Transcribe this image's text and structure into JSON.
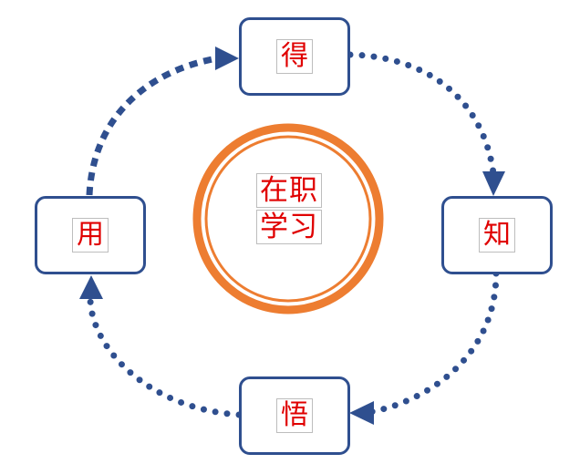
{
  "center": {
    "line1": "在职",
    "line2": "学习"
  },
  "nodes": {
    "top": "得",
    "right": "知",
    "bottom": "悟",
    "left": "用"
  },
  "colors": {
    "box_border": "#2f4f8f",
    "dots": "#2f4f8f",
    "text": "#e00000",
    "ring": "#ed7d31"
  }
}
